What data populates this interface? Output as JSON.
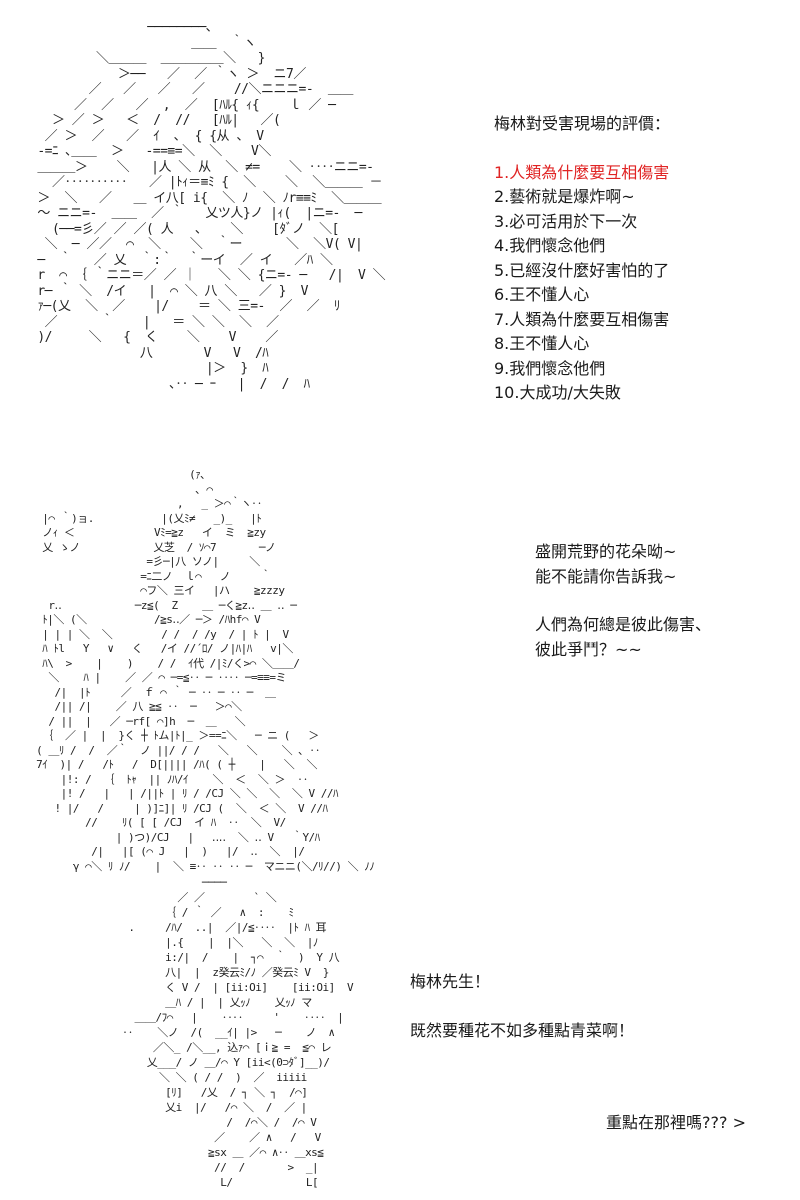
{
  "panels": [
    {
      "ascii_art": "                ────────､\n                      ＿＿  ｀ヽ\n         ＼＿＿＿  ＿＿＿＿＿＼   }\n            ＞──   ／  ／ ｀ヽ ＞  ニ7／\n        ／   ／   ／   ／    //＼ニニニ=-  ＿＿\n      ／  ／   ／  ,  ／  [ﾊﾙ{ ｨ{    ｌ ／ ─\n   ＞ ／ ＞   ＜  /  //   [ﾊﾙ|   ／(\n  ／ ＞  ／   ／  ｲ  ､  { {从 、 V\n -=ﾆ ､＿＿  ＞   -==≡=＼  ＼    V＼\n ＿＿＿＞    ＼   |人 ＼ 从  ＼ ≠=    ＼ ‥‥ニニ=-\n   ／‥‥‥‥‥   ／ |ﾄｨ＝≡ﾐ {  ＼    ＼  ＼＿＿＿ －\n ＞  ＼   ／   ＿ イ八[ i{  ＼ ﾉ  ＼ ﾉr≡≡ﾐ  ＼＿＿＿\n ～ ニニ=-  ＿＿  ／ ｀   乂ツ人}ノ |ｨ(  |ニ=-  ─\n   (──=彡／ ／ ／( 人   ､    ＼    [ﾀﾞノ  ＼[\n  ＼  ─ ／／  ⌒  ＼    ＼  ｀ー      ＼  ＼V( V|\n ─  ｀   ／ 乂  ｀:｀  ｀ーイ  ／ イ   ／ﾊ ＼\n r  ⌒ ｛ ｀ニニ＝／ ／ ｜   ＼ ＼ {ニ=- ─   /|  V ＼\n r─ ｀ ＼  /イ   |  ⌒ ＼ 八 ＼   ／ }  V\n ｧ─(乂  ＼  ／    |/    ＝ ＼ 三=-  ／  ／  ﾘ\n  ／      ｀    |   ＝ ＼ ＼  ＼  ／\n )/     ＼   {  く    ＼    V    ／\n               八       V   V  /ﾊ\n                        |＞  }  ﾊ\n                   ､‥ ─ ｰ   |  /  /  ﾊ",
      "rating": {
        "title": "梅林對受害現場的評價：",
        "items": [
          "1.人類為什麼要互相傷害",
          "2.藝術就是爆炸啊~",
          "3.必可活用於下一次",
          "4.我們懷念他們",
          "5.已經沒什麼好害怕的了",
          "6.王不懂人心",
          "7.人類為什麼要互相傷害",
          "8.王不懂人心",
          "9.我們懷念他們",
          "10.大成功/大失敗"
        ],
        "highlight_color": "#e02424"
      }
    },
    {
      "ascii_art": "                          (ｧ､\n                           ､ ⌒\n                        ,   _ ＞⌒｀ヽ‥\n  |⌒ ｀)ョ.           |(乂ﾐ≠   _)_   |ﾄ\n  ノｨ ＜             Vﾐ=≧z   イ  ミ  ≧zy\n  乂 ゝノ            乂芝  / ｿ⌒7       ─ノ\n                   =彡─|八 ソノ|     ＼\n                  =ﾆ二ノ  ｌ⌒   ノ     ｀\n                  ⌒フ＼ 三イ   |ハ    ≧zzzy\n   r‥            ─z≦(  Z    ＿ ─く≧z‥ ＿ ‥ ─\n  ﾄ|＼ (＼           /≧s‥／ ─＞ /ﾊhf⌒ V\n  | | | ＼  ＼        / /  / /y  / | ﾄ |  V\n  ﾊ ﾄl   Y   ∨   く   /イ //´ﾛ/ ノ|ﾊ|ﾊ   v|＼\n  ﾊ\\  >    |    )    / /  ｲ代 /|ﾐ/く>⌒ ＼＿＿/\n   ＼    ﾊ |    ／ ／ ⌒ ─=≦‥ ─ ‥‥ ─=≡≡=ミ\n    /|  |ﾄ     ／  ｆ ⌒ ｀ ─ ‥ ─ ‥ ─  ＿\n    /|| /|    ／ 八 ≧≦ ‥  ─   ＞⌒＼\n   / ||  |   ／ ─rf[ ⌒]h  ─  ＿   ＼\n  ｛  ／ |  |  }く ┼ ﾄム|ﾄ|_ ＞==ﾆ＼   ─ ニ (   ＞\n ( ＿ﾘ /  /  ／｀  ノ ||/ / /   ＼   ＼    ＼ ､ ‥\n 7ｲ  )| /   /ﾄ   /  D[|||| /ﾊ( ( ┼    |   ＼  ＼\n     |!: /  ｛  ﾄｬ  || ﾉﾊ/ｲ    ＼  ＜  ＼ ＞  ‥\n     |! /   |   | /||ﾄ | ﾘ / /CJ ＼ ＼  ＼  ＼ V //ﾊ\n    ! |/   /     | )]ﾆ]| ﾘ /CJ (  ＼  ＜ ＼  V //ﾊ\n         //    ﾘ( [ [ /CJ  イ ﾊ  ‥  ＼  V/\n              | )つ)/CJ   |   ‥‥  ＼ ‥ V   ｀Y/ﾊ\n          /|   |[ (⌒ J   |  )   |/  ‥  ＼  |/\n       γ ⌒＼ ﾘ ﾉ/    |  ＼ ≡‥ ‥ ‥ ─  マニニ(＼/ﾘ//) ＼ ﾉﾉ",
      "lines": [
        "盛開荒野的花朵呦~",
        "能不能請你告訴我~",
        "",
        "人們為何總是彼此傷害、",
        "彼此爭鬥？~~"
      ]
    },
    {
      "ascii_art": "               ────\n           ／ ／        ` ＼\n         ｛ / ｀ ／   ∧  :    ﾐ\n   .     /ﾊ/  ..|  ／|/≦‥‥  |ﾄ ﾊ 耳\n         |.{    |  |＼   ＼  ＼  |ﾉ\n         i:/|  /    |  ┐⌒  ｀  )  Y 八\n         八|  |  z癸云ﾐ/ﾉ ／癸云ﾐ V  }\n         く V /  | [ii:Oi]    [ii:Oi]  V\n         ＿ﾊ / |  | 乂ｯﾉ    乂ｯﾉ マ\n    ＿＿/ﾌ⌒   |    ‥‥     '    ‥‥  |\n  ‥    ＼ノ  /(  __ｲ| |>   ─    ノ  ∧\n       ／＼_ /＼__, 込ｧ⌒ [ｉ≧ =  ≦⌒ レ\n      乂___/ ノ ＿/⌒ Y [ii<(0⊃ﾀﾞ]__)/\n        ＼ ＼ ( / /  )  ／  iiiii\n         [ﾘ]   /乂  / ┐ ＼ ┐  /⌒]\n         乂i  |/   /⌒ ＼  /  ／ |\n                   /  /⌒＼ /  /⌒ V\n                 ／    ／ ∧   /   V\n                ≧sx ＿ ／⌒ ∧‥ ＿xs≦\n                 //  /       >  _|\n                  L/            L[",
      "lines": [
        "梅林先生！",
        "",
        "既然要種花不如多種點青菜啊！"
      ],
      "footer": "重點在那裡嗎??? >"
    }
  ]
}
